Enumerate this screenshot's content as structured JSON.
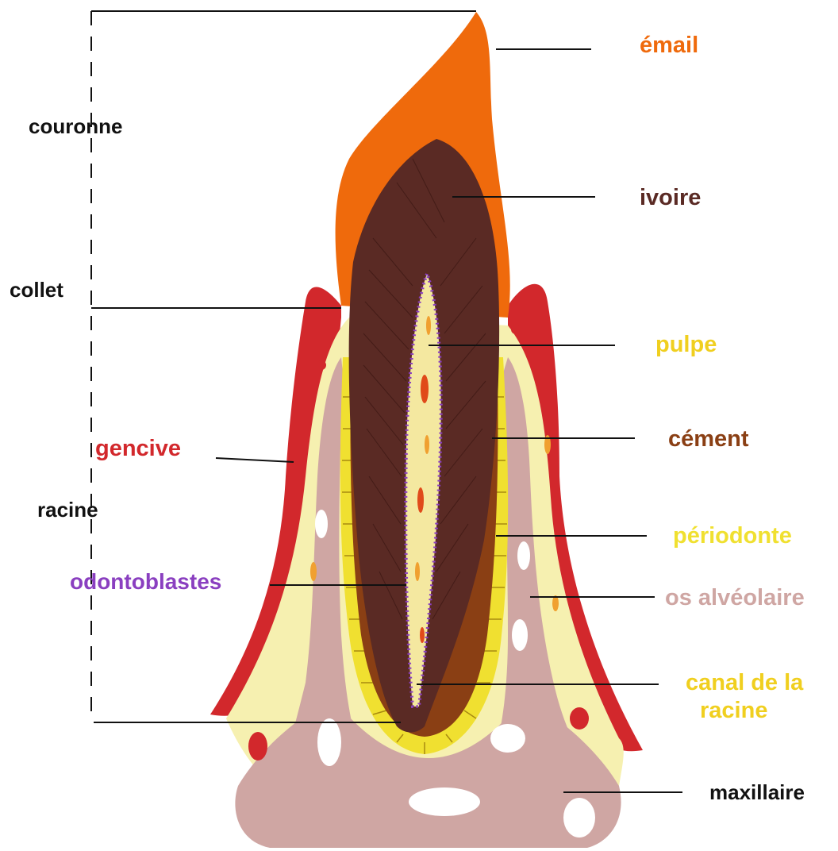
{
  "labels": {
    "couronne": "couronne",
    "collet": "collet",
    "racine": "racine",
    "gencive": "gencive",
    "odontoblastes": "odontoblastes",
    "email": "émail",
    "ivoire": "ivoire",
    "pulpe": "pulpe",
    "cement": "cément",
    "periodonte": "périodonte",
    "os_alveolaire": "os alvéolaire",
    "canal_line1": "canal de la",
    "canal_line2": "racine",
    "maxillaire": "maxillaire"
  },
  "colors": {
    "email": "#ef6a0c",
    "ivoire": "#5a2a24",
    "cement": "#8a3f14",
    "pulpe": "#f0cf1f",
    "periodonte": "#f0e030",
    "gencive": "#d2282c",
    "os": "#cfa6a3",
    "odontoblastes": "#8a3fc0",
    "black": "#111111"
  },
  "icons": [
    "tooth-cross-section"
  ]
}
